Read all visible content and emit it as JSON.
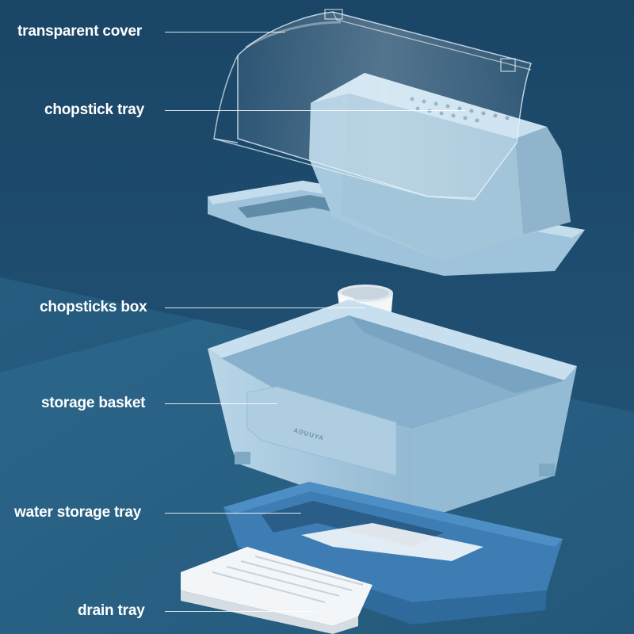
{
  "labels": {
    "transparent_cover": "transparent cover",
    "chopstick_tray": "chopstick tray",
    "chopsticks_box": "chopsticks box",
    "storage_basket": "storage basket",
    "water_storage_tray": "water storage tray",
    "drain_tray": "drain tray"
  },
  "brand_text": "ADUUYA",
  "colors": {
    "background": "#1f4e6e",
    "floor": "#2a6486",
    "part_blue": "#a9cbe0",
    "tray_blue": "#3f7eb4",
    "label_text": "#ffffff"
  }
}
